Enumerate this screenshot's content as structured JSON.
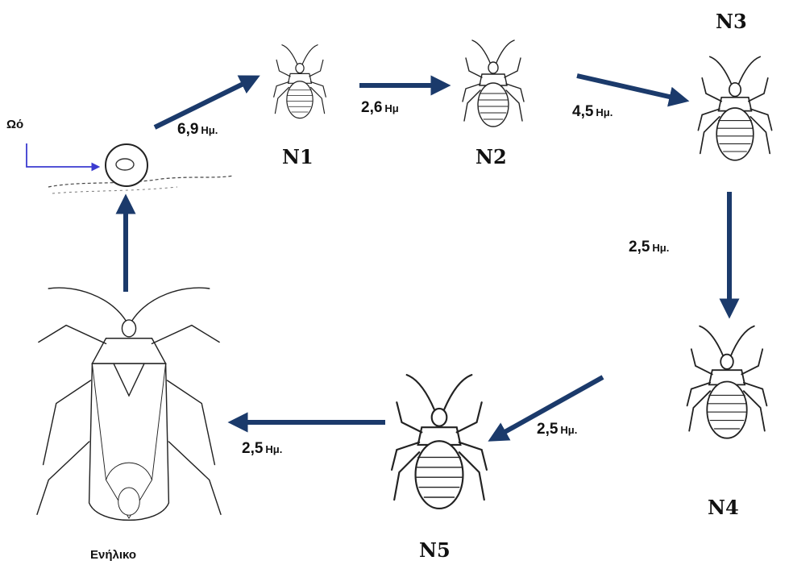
{
  "egg": {
    "label": "Ωό"
  },
  "adult": {
    "label": "Ενήλικο"
  },
  "stages": [
    {
      "id": "n1",
      "label": "N1"
    },
    {
      "id": "n2",
      "label": "N2"
    },
    {
      "id": "n3",
      "label": "N3"
    },
    {
      "id": "n4",
      "label": "N4"
    },
    {
      "id": "n5",
      "label": "N5"
    }
  ],
  "durations": {
    "egg_to_n1": {
      "value": "6,9",
      "unit": "Ημ."
    },
    "n1_to_n2": {
      "value": "2,6",
      "unit": "Ημ"
    },
    "n2_to_n3": {
      "value": "4,5",
      "unit": "Ημ."
    },
    "n3_to_n4": {
      "value": "2,5",
      "unit": "Ημ."
    },
    "n4_to_n5": {
      "value": "2,5",
      "unit": "Ημ."
    },
    "n5_to_adult": {
      "value": "2,5",
      "unit": "Ημ."
    }
  },
  "colors": {
    "arrow": "#1b3a6b",
    "egg_pointer": "#3b3bd0",
    "ink": "#222222"
  }
}
